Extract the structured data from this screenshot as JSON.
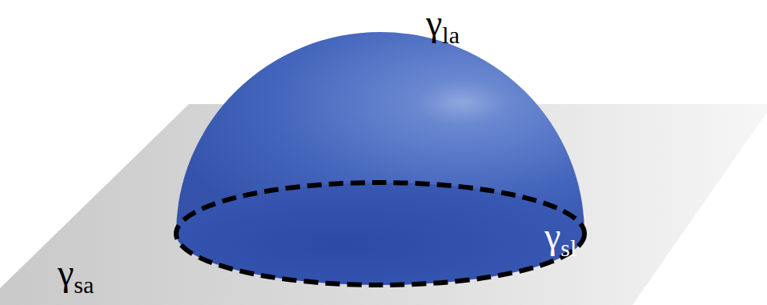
{
  "diagram": {
    "labels": [
      "γla",
      "γsl",
      "γsa"
    ]
  }
}
